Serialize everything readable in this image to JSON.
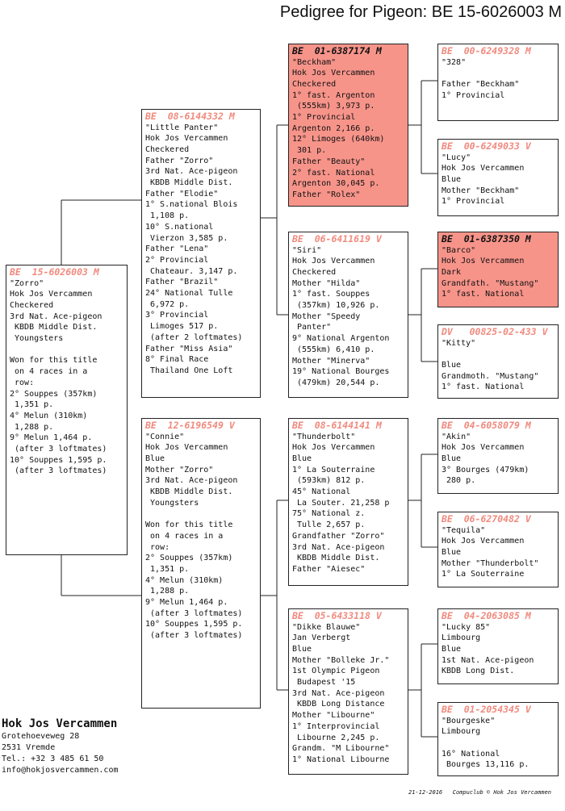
{
  "title": "Pedigree for Pigeon: BE   15-6026003 M",
  "pigeons": {
    "p0": {
      "ring": "BE  15-6026003 M",
      "name": "\"Zorro\"",
      "info": "Hok Jos Vercammen\nCheckered\n3rd Nat. Ace-pigeon\n KBDB Middle Dist.\n Youngsters\n\nWon for this title\n on 4 races in a\n row:\n2° Souppes (357km)\n 1,351 p.\n4° Melun (310km)\n 1,288 p.\n9° Melun 1,464 p.\n (after 3 loftmates)\n10° Souppes 1,595 p.\n (after 3 loftmates)"
    },
    "p1": {
      "ring": "BE  08-6144332 M",
      "name": "\"Little Panter\"",
      "info": "Hok Jos Vercammen\nCheckered\nFather \"Zorro\"\n3rd Nat. Ace-pigeon\n KBDB Middle Dist.\nFather \"Elodie\"\n1° S.national Blois\n 1,108 p.\n10° S.national\n Vierzon 3,585 p.\nFather \"Lena\"\n2° Provincial\n Chateaur. 3,147 p.\nFather \"Brazil\"\n24° National Tulle\n 6,972 p.\n3° Provincial\n Limoges 517 p.\n (after 2 loftmates)\nFather \"Miss Asia\"\n8° Final Race\n Thailand One Loft"
    },
    "p2": {
      "ring": "BE  12-6196549 V",
      "name": "\"Connie\"",
      "info": "Hok Jos Vercammen\nBlue\nMother \"Zorro\"\n3rd Nat. Ace-pigeon\n KBDB Middle Dist.\n Youngsters\n\nWon for this title\n on 4 races in a\n row:\n2° Souppes (357km)\n 1,351 p.\n4° Melun (310km)\n 1,288 p.\n9° Melun 1,464 p.\n (after 3 loftmates)\n10° Souppes 1,595 p.\n (after 3 loftmates)"
    },
    "p3": {
      "ring": "BE  01-6387174 M",
      "name": "\"Beckham\"",
      "info": "Hok Jos Vercammen\nCheckered\n1° fast. Argenton\n (555km) 3,973 p.\n1° Provincial\nArgenton 2,166 p.\n12° Limoges (640km)\n 301 p.\nFather \"Beauty\"\n2° fast. National\nArgenton 30,045 p.\nFather \"Rolex\""
    },
    "p4": {
      "ring": "BE  06-6411619 V",
      "name": "\"Siri\"",
      "info": "Hok Jos Vercammen\nCheckered\nMother \"Hilda\"\n1° fast. Souppes\n (357km) 10,926 p.\nMother \"Speedy\n Panter\"\n9° National Argenton\n (555km) 6,410 p.\nMother \"Minerva\"\n19° National Bourges\n (479km) 20,544 p."
    },
    "p5": {
      "ring": "BE  08-6144141 M",
      "name": "\"Thunderbolt\"",
      "info": "Hok Jos Vercammen\nBlue\n1° La Souterraine\n (593km) 812 p.\n45° National\n La Souter. 21,258 p\n75° National z.\n Tulle 2,657 p.\nGrandfather \"Zorro\"\n3rd Nat. Ace-pigeon\n KBDB Middle Dist.\nFather \"Aiesec\""
    },
    "p6": {
      "ring": "BE  05-6433118 V",
      "name": "\"Dikke Blauwe\"",
      "info": "Jan Verbergt\nBlue\nMother \"Bolleke Jr.\"\n1st Olympic Pigeon\n Budapest '15\n3rd Nat. Ace-pigeon\n KBDB Long Distance\nMother \"Libourne\"\n1° Interprovincial\n Libourne 2,245 p.\nGrandm. \"M Libourne\"\n1° National Libourne"
    },
    "p7": {
      "ring": "BE  00-6249328 M",
      "name": "\"328\"",
      "info": "\nFather \"Beckham\"\n1° Provincial"
    },
    "p8": {
      "ring": "BE  00-6249033 V",
      "name": "\"Lucy\"",
      "info": "Hok Jos Vercammen\nBlue\nMother \"Beckham\"\n1° Provincial"
    },
    "p9": {
      "ring": "BE  01-6387350 M",
      "name": "\"Barco\"",
      "info": "Hok Jos Vercammen\nDark\nGrandfath. \"Mustang\"\n1° fast. National"
    },
    "p10": {
      "ring": "DV   00825-02-433 V",
      "name": "\"Kitty\"",
      "info": "\nBlue\nGrandmoth. \"Mustang\"\n1° fast. National"
    },
    "p11": {
      "ring": "BE  04-6058079 M",
      "name": "\"Akin\"",
      "info": "Hok Jos Vercammen\nBlue\n3° Bourges (479km)\n 280 p."
    },
    "p12": {
      "ring": "BE  06-6270482 V",
      "name": "\"Tequila\"",
      "info": "Hok Jos Vercammen\nBlue\nMother \"Thunderbolt\"\n1° La Souterraine"
    },
    "p13": {
      "ring": "BE  04-2063085 M",
      "name": "\"Lucky 85\"",
      "info": "Limbourg\nBlue\n1st Nat. Ace-pigeon\nKBDB Long Dist."
    },
    "p14": {
      "ring": "BE  01-2054345 V",
      "name": "\"Bourgeske\"",
      "info": "Limbourg\n\n16° National\n Bourges 13,116 p."
    }
  },
  "owner": {
    "name": "Hok Jos Vercammen",
    "street": "Grotehoeveweg 28",
    "city": "2531  Vremde",
    "phone": "Tel.: +32 3 485 61 50",
    "email": "info@hokjosvercammen.com"
  },
  "footer": "21-12-2016   Compuclub © Hok Jos Vercammen",
  "colors": {
    "highlight": "#f7948a",
    "ring_text": "#f08a7e",
    "line": "#222222"
  }
}
